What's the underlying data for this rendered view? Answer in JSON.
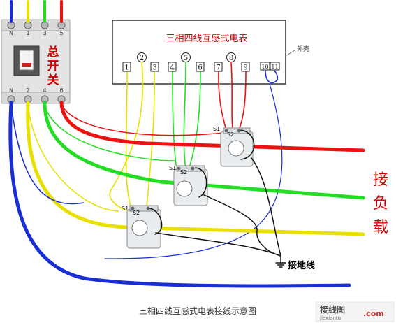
{
  "meter": {
    "title": "三相四线互感式电表",
    "case_label": "外壳",
    "terminals": [
      "1",
      "2",
      "3",
      "4",
      "5",
      "6",
      "7",
      "8",
      "9",
      "10",
      "11"
    ]
  },
  "breaker": {
    "label_chars": [
      "总",
      "开",
      "关"
    ],
    "top_terminals": [
      "N",
      "1",
      "3",
      "5"
    ],
    "bottom_terminals": [
      "N",
      "2",
      "4",
      "6"
    ]
  },
  "ct": {
    "s1": "S1",
    "s2": "S2"
  },
  "ground_label": "接地线",
  "load_label_chars": [
    "接",
    "负",
    "载"
  ],
  "caption": "三相四线互感式电表接线示意图",
  "watermark": {
    "main": "接线图",
    "sub": "jiexiantu",
    "site": ".com"
  },
  "colors": {
    "blue": "#1a2ed6",
    "yellow": "#e8e000",
    "green": "#22dd22",
    "red": "#ee1111",
    "accent_red": "#d40000"
  }
}
